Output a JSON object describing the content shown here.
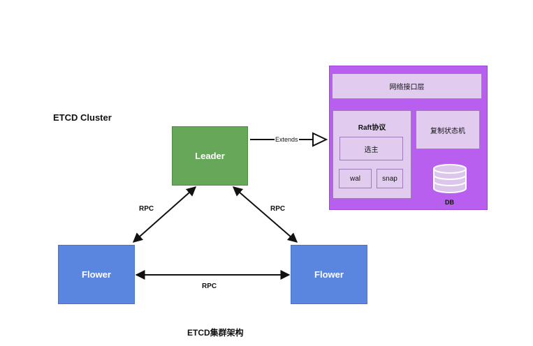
{
  "diagram": {
    "title": "ETCD Cluster",
    "caption": "ETCD集群架构",
    "nodes": {
      "leader": "Leader",
      "flower_left": "Flower",
      "flower_right": "Flower"
    },
    "edges": {
      "rpc_left": "RPC",
      "rpc_right": "RPC",
      "rpc_bottom": "RPC",
      "extends": "Extends"
    },
    "detail": {
      "network_layer": "网络接口层",
      "raft": "Raft协议",
      "election": "选主",
      "wal": "wal",
      "snap": "snap",
      "state_machine": "复制状态机",
      "db": "DB"
    },
    "colors": {
      "leader": "#67a75a",
      "flower": "#5b86e0",
      "panel": "#b85ff0",
      "box": "#e1ccf0",
      "db": "#dcc6ec"
    }
  }
}
